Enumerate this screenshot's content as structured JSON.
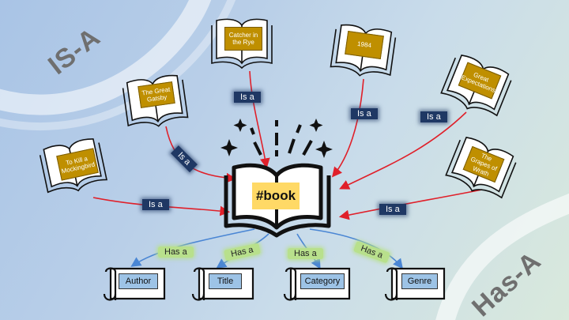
{
  "titles": {
    "is_a": "IS-A",
    "has_a": "Has-A"
  },
  "center": {
    "label": "#book"
  },
  "books": [
    {
      "title": "To Kill a Mockingbird"
    },
    {
      "title": "The Great Gatsby"
    },
    {
      "title": "Catcher in the Rye"
    },
    {
      "title": "1984"
    },
    {
      "title": "Great Expectations"
    },
    {
      "title": "The Grapes of Wrath"
    }
  ],
  "is_a_labels": [
    "Is a",
    "Is a",
    "Is a",
    "Is a",
    "Is a",
    "Is a"
  ],
  "has_a_labels": [
    "Has a",
    "Has a",
    "Has a",
    "Has a"
  ],
  "attributes": [
    {
      "label": "Author"
    },
    {
      "label": "Title"
    },
    {
      "label": "Category"
    },
    {
      "label": "Genre"
    }
  ],
  "colors": {
    "is_a_arrow": "#e0202a",
    "has_a_arrow": "#4a86d4",
    "book_label": "#bf8f00",
    "center_label": "#ffd966",
    "attribute_label": "#9dc3e6"
  }
}
